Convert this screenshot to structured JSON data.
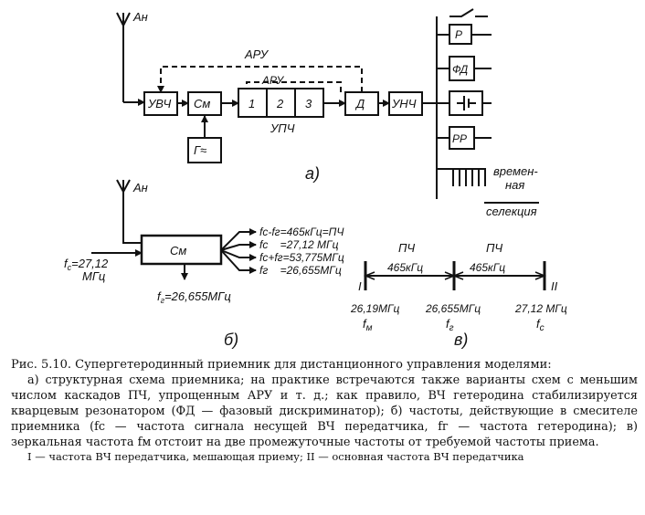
{
  "diagram_a": {
    "antenna": "Ан",
    "agc_outer": "АРУ",
    "agc_inner": "АРУ",
    "blocks": {
      "rf_amp": "УВЧ",
      "mixer": "См",
      "if_stage_1": "1",
      "if_stage_2": "2",
      "if_stage_3": "3",
      "if_amp": "УПЧ",
      "detector": "Д",
      "lf_amp": "УНЧ",
      "oscillator": "Г≈"
    },
    "outputs": [
      "Р",
      "ФД",
      "РР"
    ],
    "time_selection": [
      "времен-",
      "ная",
      "селекция"
    ],
    "tag": "а)"
  },
  "diagram_b": {
    "antenna": "Ан",
    "mixer": "См",
    "input_freq": [
      "f",
      "с",
      "=27,12",
      "МГц"
    ],
    "osc_freq": [
      "f",
      "г",
      "=26,655МГц"
    ],
    "outputs": [
      "fс-fг=465кГц=ПЧ",
      "fс    =27,12 МГц",
      "fс+fг=53,775МГц",
      "fг    =26,655МГц"
    ],
    "tag": "б)"
  },
  "diagram_c": {
    "if_label_left": "ПЧ",
    "if_label_right": "ПЧ",
    "span_left": "465кГц",
    "span_right": "465кГц",
    "mark_left": "I",
    "mark_right": "II",
    "freqs": [
      "26,19МГц",
      "26,655МГц",
      "27,12 МГц"
    ],
    "freq_names": [
      [
        "f",
        "м"
      ],
      [
        "f",
        "г"
      ],
      [
        "f",
        "с"
      ]
    ],
    "tag": "в)"
  },
  "caption": {
    "title": "Рис. 5.10. Супергетеродинный приемник для дистанционного управления моделями:",
    "body": "а) структурная схема приемника; на практике встречаются также варианты схем с меньшим числом каскадов ПЧ, упрощенным АРУ и т. д.; как правило, ВЧ гетеродина стабилизируется кварцевым резонатором (ФД — фазовый дискриминатор); б) частоты, действующие в смесителе приемника (fс — частота сигнала несущей ВЧ передатчика, fг — частота гетеродина); в) зеркальная частота fм отстоит на две промежуточные частоты от требуемой частоты приема.",
    "note": "I — частота ВЧ передатчика, мешающая приему; II — основная частота ВЧ передатчика"
  }
}
